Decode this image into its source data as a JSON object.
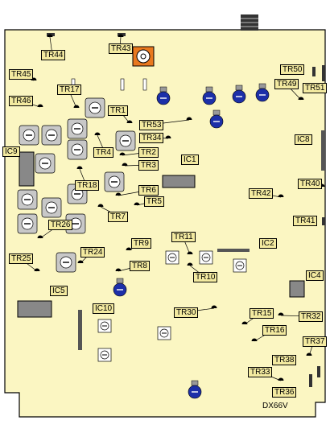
{
  "board": {
    "model": "DX66V",
    "fill_color": "#fbf6c2",
    "label_color": "#f3eaa0"
  },
  "parts": {
    "transistors": [
      "TR1",
      "TR2",
      "TR3",
      "TR4",
      "TR5",
      "TR6",
      "TR7",
      "TR8",
      "TR9",
      "TR10",
      "TR11",
      "TR15",
      "TR16",
      "TR17",
      "TR18",
      "TR24",
      "TR25",
      "TR26",
      "TR30",
      "TR32",
      "TR33",
      "TR34",
      "TR36",
      "TR37",
      "TR38",
      "TR40",
      "TR41",
      "TR42",
      "TR43",
      "TR44",
      "TR45",
      "TR46",
      "TR49",
      "TR50",
      "TR51",
      "TR53"
    ],
    "ics": [
      "IC1",
      "IC2",
      "IC4",
      "IC5",
      "IC8",
      "IC9",
      "IC10"
    ]
  },
  "legend_icons": {
    "trimmer": "trimmer-pot-icon",
    "trimcap": "blue-trim-capacitor-icon",
    "coil": "shielded-coil-icon",
    "connector": "pin-connector-icon"
  }
}
